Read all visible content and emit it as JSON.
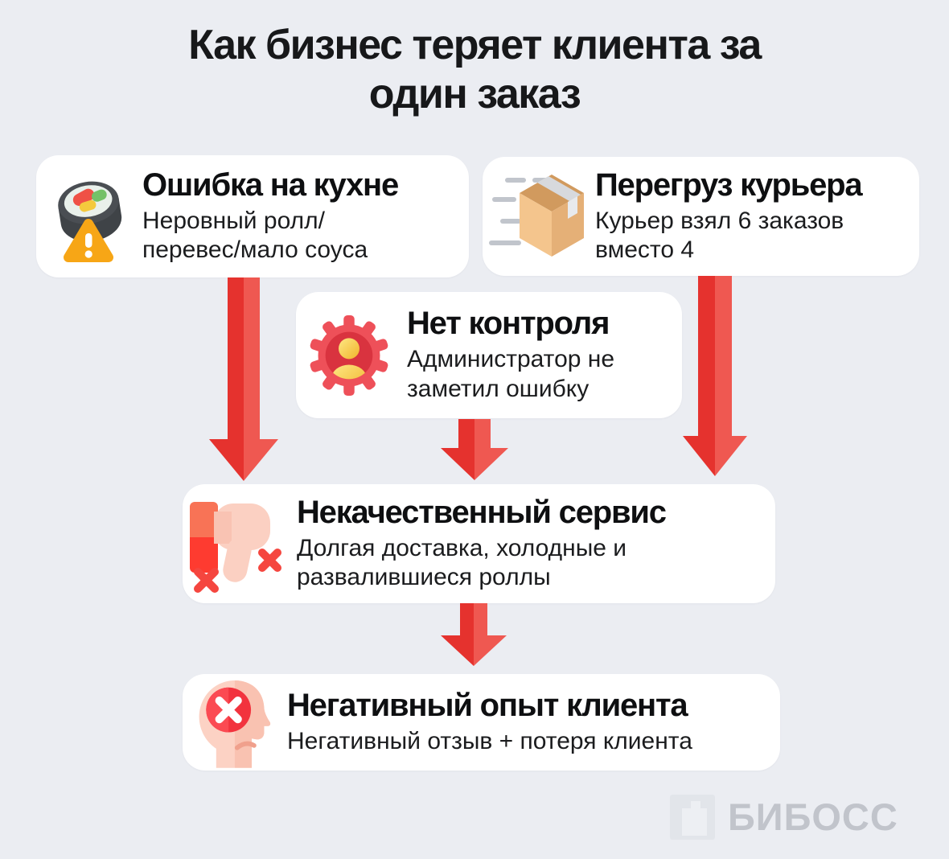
{
  "colors": {
    "background": "#ebedf2",
    "card_background": "#ffffff",
    "arrow_left_half": "#e5322e",
    "arrow_right_half": "#ef5851",
    "text_primary": "#17181a",
    "warning_triangle": "#f7a616",
    "gear_red": "#ee5059",
    "watermark_gray": "#c1c4cb"
  },
  "title": {
    "line1": "Как бизнес теряет клиента за",
    "line2": "один заказ"
  },
  "cards": {
    "kitchen": {
      "title": "Ошибка на кухне",
      "subtitle": "Неровный ролл/\nперевес/мало соуса",
      "icon": "sushi-roll-warning-icon"
    },
    "courier": {
      "title": "Перегруз курьера",
      "subtitle": "Курьер взял 6 заказов\nвместо 4",
      "icon": "speeding-parcel-icon"
    },
    "control": {
      "title": "Нет контроля",
      "subtitle": "Администратор не\nзаметил ошибку",
      "icon": "admin-gear-icon"
    },
    "service": {
      "title": "Некачественный сервис",
      "subtitle": "Долгая доставка, холодные и\nразвалившиеся роллы",
      "icon": "thumbs-down-icon"
    },
    "client": {
      "title": "Негативный опыт клиента",
      "subtitle": "Негативный отзыв + потеря клиента",
      "icon": "negative-mind-icon"
    }
  },
  "watermark": {
    "text": "БИБОСС"
  }
}
